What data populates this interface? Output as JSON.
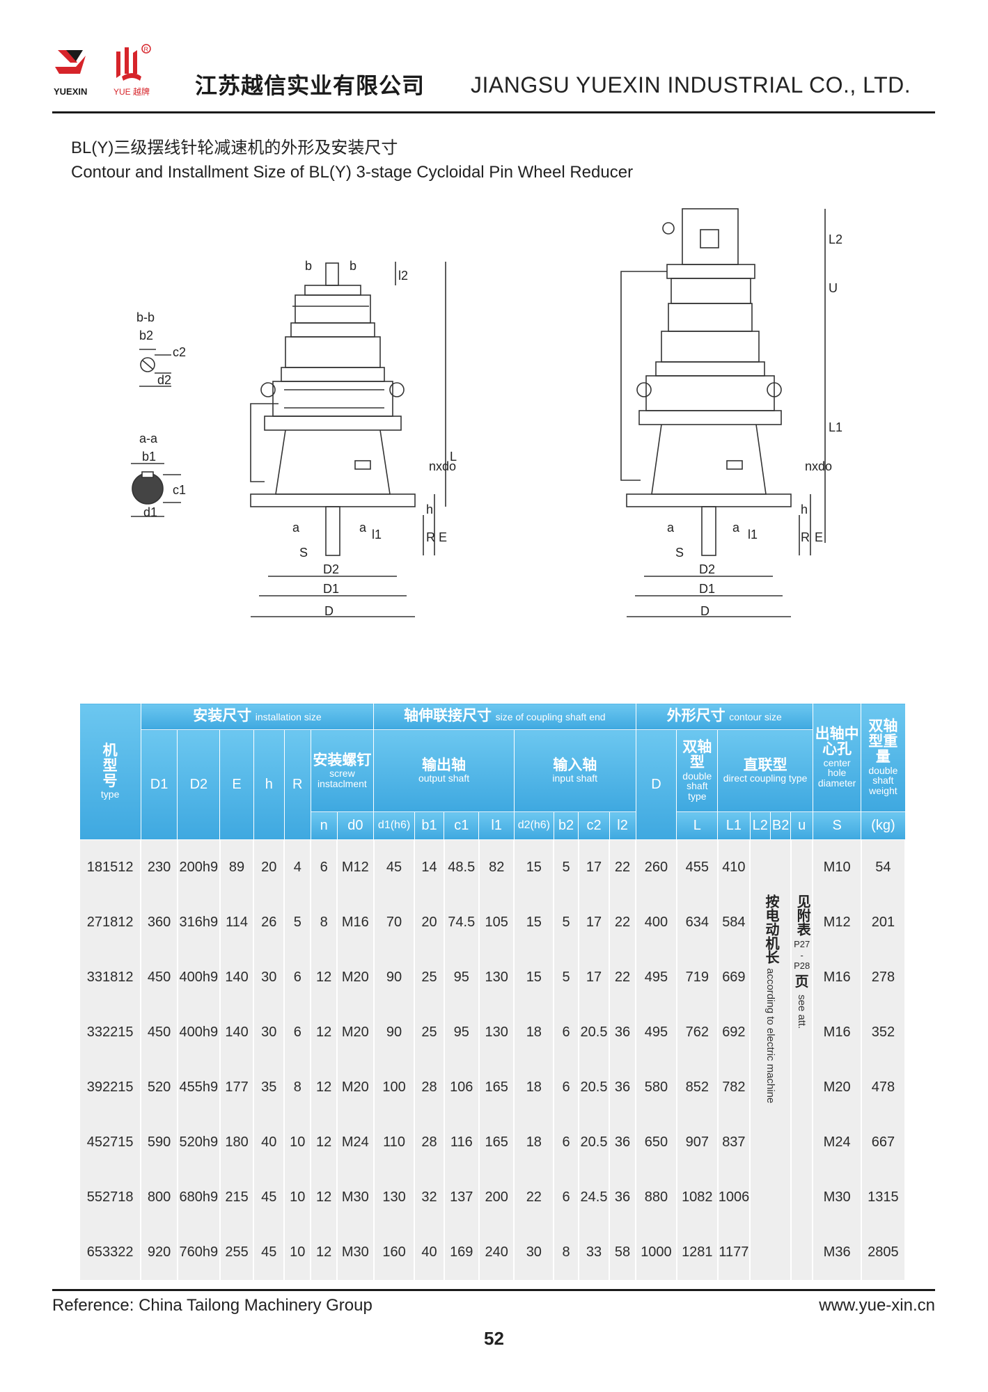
{
  "header": {
    "logo_left_text": "YUEXIN",
    "logo_right_text": "YUE 越牌",
    "company_cn": "江苏越信实业有限公司",
    "company_en": "JIANGSU YUEXIN INDUSTRIAL CO., LTD."
  },
  "title": {
    "cn": "BL(Y)三级摆线针轮减速机的外形及安装尺寸",
    "en": "Contour and Installment Size of BL(Y) 3-stage Cycloidal Pin Wheel Reducer"
  },
  "diagram": {
    "section_bb": "b-b",
    "section_aa": "a-a",
    "labels": [
      "b2",
      "c2",
      "d2",
      "b1",
      "c1",
      "d1",
      "b",
      "l2",
      "L",
      "nxdo",
      "h",
      "R",
      "E",
      "l1",
      "S",
      "a",
      "D2",
      "D1",
      "D",
      "L1",
      "U",
      "L2"
    ]
  },
  "table": {
    "groups": {
      "type": [
        "机",
        "型",
        "号"
      ],
      "type_en": "type",
      "installation_cn": "安装尺寸",
      "installation_en": "installation size",
      "coupling_cn": "轴伸联接尺寸",
      "coupling_en": "size of coupling shaft end",
      "contour_cn": "外形尺寸",
      "contour_en": "contour size",
      "center_cn": "出轴中心孔",
      "center_en": "center hole diameter",
      "weight_cn": "双轴型重量",
      "weight_en": "double shaft weight",
      "weight_unit": "(kg)"
    },
    "subheads": {
      "D1": "D1",
      "D2": "D2",
      "E": "E",
      "h": "h",
      "R": "R",
      "screw_cn": "安装螺钉",
      "screw_en": "screw instaclment",
      "output_cn": "输出轴",
      "output_en": "output shaft",
      "input_cn": "输入轴",
      "input_en": "input shaft",
      "D": "D",
      "double_cn": "双轴型",
      "double_en": "double shaft type",
      "direct_cn": "直联型",
      "direct_en": "direct coupling type"
    },
    "cols": [
      "n",
      "d0",
      "d1(h6)",
      "b1",
      "c1",
      "l1",
      "d2(h6)",
      "b2",
      "c2",
      "l2",
      "L",
      "L1",
      "L2",
      "B2",
      "u",
      "S"
    ],
    "rows": [
      [
        "181512",
        "230",
        "200h9",
        "89",
        "20",
        "4",
        "6",
        "M12",
        "45",
        "14",
        "48.5",
        "82",
        "15",
        "5",
        "17",
        "22",
        "260",
        "455",
        "410",
        "M10",
        "54"
      ],
      [
        "271812",
        "360",
        "316h9",
        "114",
        "26",
        "5",
        "8",
        "M16",
        "70",
        "20",
        "74.5",
        "105",
        "15",
        "5",
        "17",
        "22",
        "400",
        "634",
        "584",
        "M12",
        "201"
      ],
      [
        "331812",
        "450",
        "400h9",
        "140",
        "30",
        "6",
        "12",
        "M20",
        "90",
        "25",
        "95",
        "130",
        "15",
        "5",
        "17",
        "22",
        "495",
        "719",
        "669",
        "M16",
        "278"
      ],
      [
        "332215",
        "450",
        "400h9",
        "140",
        "30",
        "6",
        "12",
        "M20",
        "90",
        "25",
        "95",
        "130",
        "18",
        "6",
        "20.5",
        "36",
        "495",
        "762",
        "692",
        "M16",
        "352"
      ],
      [
        "392215",
        "520",
        "455h9",
        "177",
        "35",
        "8",
        "12",
        "M20",
        "100",
        "28",
        "106",
        "165",
        "18",
        "6",
        "20.5",
        "36",
        "580",
        "852",
        "782",
        "M20",
        "478"
      ],
      [
        "452715",
        "590",
        "520h9",
        "180",
        "40",
        "10",
        "12",
        "M24",
        "110",
        "28",
        "116",
        "165",
        "18",
        "6",
        "20.5",
        "36",
        "650",
        "907",
        "837",
        "M24",
        "667"
      ],
      [
        "552718",
        "800",
        "680h9",
        "215",
        "45",
        "10",
        "12",
        "M30",
        "130",
        "32",
        "137",
        "200",
        "22",
        "6",
        "24.5",
        "36",
        "880",
        "1082",
        "1006",
        "M30",
        "1315"
      ],
      [
        "653322",
        "920",
        "760h9",
        "255",
        "45",
        "10",
        "12",
        "M30",
        "160",
        "40",
        "169",
        "240",
        "30",
        "8",
        "33",
        "58",
        "1000",
        "1281",
        "1177",
        "M36",
        "2805"
      ]
    ],
    "merged_note1_cn": "按电动机长",
    "merged_note1_en": "according to electric machine",
    "merged_note2_cn": "见附表",
    "merged_note2_pages": "P27 - P28",
    "merged_note2_cn2": "页",
    "merged_note2_en": "see att."
  },
  "footer": {
    "reference": "Reference:  China Tailong Machinery Group",
    "url": "www.yue-xin.cn",
    "page_number": "52"
  },
  "colors": {
    "table_header": "#4fb6e6",
    "table_body": "#eeeeee",
    "logo_red": "#d6242a"
  }
}
